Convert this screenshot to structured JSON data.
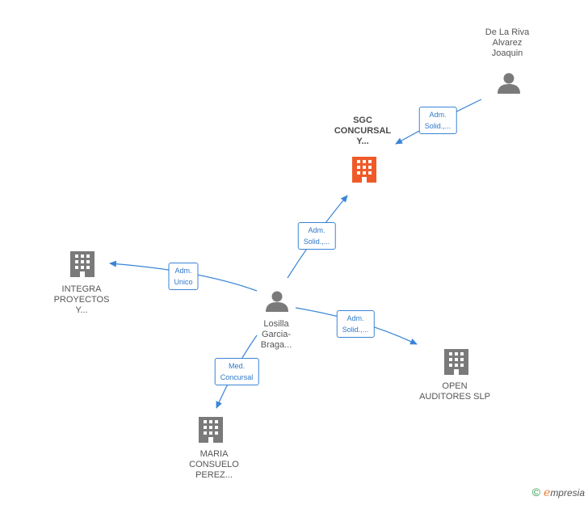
{
  "colors": {
    "edge": "#3a85d6",
    "person": "#7a7a7a",
    "company": "#7a7a7a",
    "highlight": "#f05a28"
  },
  "nodes": {
    "de_la_riva": {
      "label": "De La Riva\nAlvarez\nJoaquin",
      "icon": "person-icon"
    },
    "sgc": {
      "label": "SGC\nCONCURSAL\nY...",
      "icon": "building-icon"
    },
    "integra": {
      "label": "INTEGRA\nPROYECTOS\nY...",
      "icon": "building-icon"
    },
    "losilla": {
      "label": "Losilla\nGarcia-\nBraga...",
      "icon": "person-icon"
    },
    "open": {
      "label": "OPEN\nAUDITORES  SLP",
      "icon": "building-icon"
    },
    "maria": {
      "label": "MARIA\nCONSUELO\nPEREZ...",
      "icon": "building-icon"
    }
  },
  "edges": {
    "e1": {
      "label": "Adm.\nSolid.,..."
    },
    "e2": {
      "label": "Adm.\nSolid.,..."
    },
    "e3": {
      "label": "Adm.\nUnico"
    },
    "e4": {
      "label": "Adm.\nSolid.,..."
    },
    "e5": {
      "label": "Med.\nConcursal"
    }
  },
  "brand": {
    "copyright": "©",
    "name_initial": "e",
    "name_rest": "mpresia"
  }
}
